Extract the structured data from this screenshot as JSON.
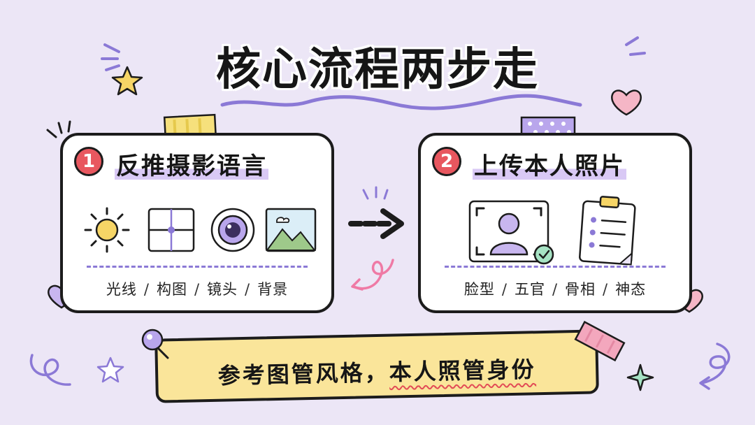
{
  "title": "核心流程两步走",
  "steps": [
    {
      "number": "1",
      "title": "反推摄影语言",
      "icons": [
        "sun-icon",
        "composition-grid-icon",
        "camera-lens-icon",
        "landscape-image-icon"
      ],
      "tags": [
        "光线",
        "构图",
        "镜头",
        "背景"
      ]
    },
    {
      "number": "2",
      "title": "上传本人照片",
      "icons": [
        "portrait-photo-icon",
        "checklist-clipboard-icon"
      ],
      "tags": [
        "脸型",
        "五官",
        "骨相",
        "神态"
      ]
    }
  ],
  "tag_separator": "/",
  "banner": {
    "part1": "参考图管风格，",
    "part2": "本人照管身份"
  },
  "colors": {
    "background": "#ece6f6",
    "accent_purple": "#8b79d6",
    "accent_red": "#e8575f",
    "banner_yellow": "#fae59a",
    "ink": "#1c1c1c"
  }
}
